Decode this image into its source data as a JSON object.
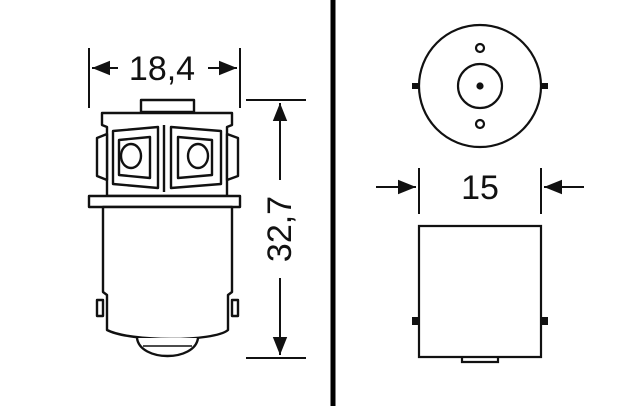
{
  "dimensions": {
    "width_side": "18,4",
    "height_side": "32,7",
    "base_diameter": "15"
  },
  "colors": {
    "line": "#111111",
    "divider": "#000000",
    "background": "#ffffff"
  }
}
